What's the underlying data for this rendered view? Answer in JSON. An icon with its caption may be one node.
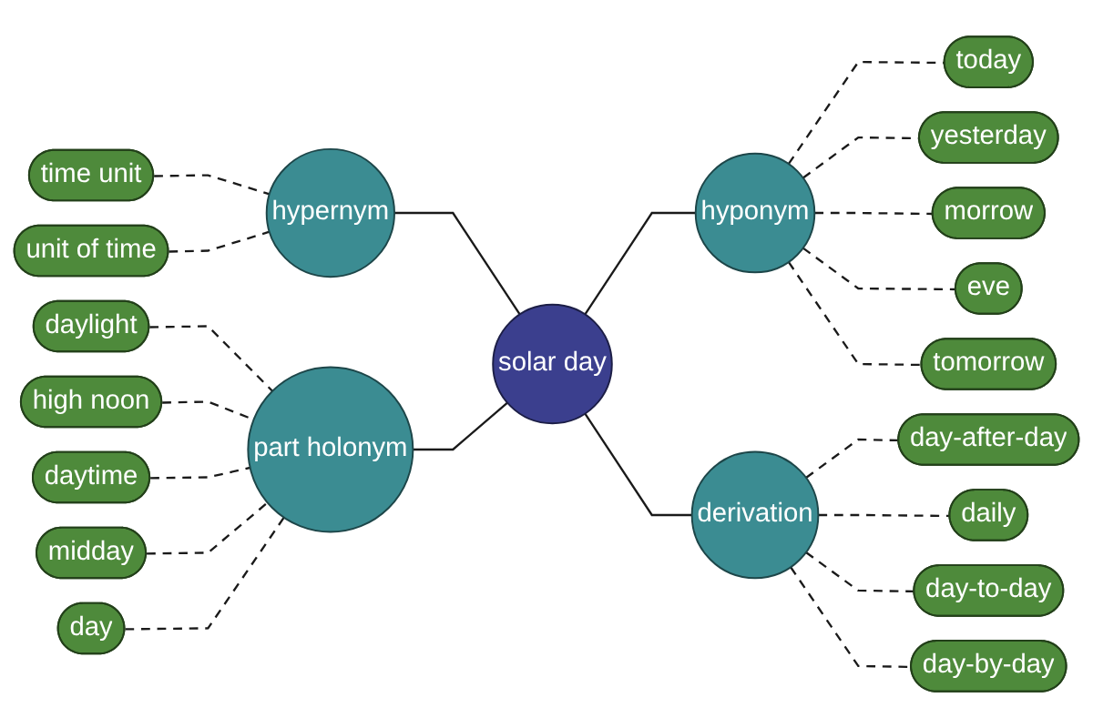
{
  "diagram": {
    "nodes": [
      {
        "text": [
          "solar day"
        ]
      },
      {
        "text": [
          "hypernym"
        ]
      },
      {
        "text": [
          "time unit"
        ]
      },
      {
        "text": [
          "unit of time"
        ]
      },
      {
        "text": [
          "part holonym"
        ]
      },
      {
        "text": [
          "daylight"
        ]
      },
      {
        "text": [
          "high noon"
        ]
      },
      {
        "text": [
          "daytime"
        ]
      },
      {
        "text": [
          "midday"
        ]
      },
      {
        "text": [
          "day"
        ]
      },
      {
        "text": [
          "hyponym"
        ]
      },
      {
        "text": [
          "today"
        ]
      },
      {
        "text": [
          "yesterday"
        ]
      },
      {
        "text": [
          "morrow"
        ]
      },
      {
        "text": [
          "eve"
        ]
      },
      {
        "text": [
          "tomorrow"
        ]
      },
      {
        "text": [
          "derivation"
        ]
      },
      {
        "text": [
          "day-after-day"
        ]
      },
      {
        "text": [
          "daily"
        ]
      },
      {
        "text": [
          "day-to-day"
        ]
      },
      {
        "text": [
          "day-by-day"
        ]
      }
    ],
    "edges": [
      {
        "from": 1,
        "to": 0,
        "arrow": "none"
      },
      {
        "from": 2,
        "to": 1,
        "arrow": "none",
        "style": "dashed"
      },
      {
        "from": 3,
        "to": 1,
        "arrow": "none",
        "style": "dashed"
      },
      {
        "from": 4,
        "to": 0,
        "arrow": "none"
      },
      {
        "from": 5,
        "to": 4,
        "arrow": "none",
        "style": "dashed"
      },
      {
        "from": 6,
        "to": 4,
        "arrow": "none",
        "style": "dashed"
      },
      {
        "from": 7,
        "to": 4,
        "arrow": "none",
        "style": "dashed"
      },
      {
        "from": 8,
        "to": 4,
        "arrow": "none",
        "style": "dashed"
      },
      {
        "from": 9,
        "to": 4,
        "arrow": "none",
        "style": "dashed"
      },
      {
        "from": 0,
        "to": 10,
        "arrow": "none"
      },
      {
        "from": 10,
        "to": 11,
        "arrow": "none",
        "style": "dashed"
      },
      {
        "from": 10,
        "to": 12,
        "arrow": "none",
        "style": "dashed"
      },
      {
        "from": 10,
        "to": 13,
        "arrow": "none",
        "style": "dashed"
      },
      {
        "from": 10,
        "to": 14,
        "arrow": "none",
        "style": "dashed"
      },
      {
        "from": 10,
        "to": 15,
        "arrow": "none",
        "style": "dashed"
      },
      {
        "from": 0,
        "to": 16,
        "arrow": "none"
      },
      {
        "from": 16,
        "to": 17,
        "arrow": "none",
        "style": "dashed"
      },
      {
        "from": 16,
        "to": 18,
        "arrow": "none",
        "style": "dashed"
      },
      {
        "from": 16,
        "to": 19,
        "arrow": "none",
        "style": "dashed"
      },
      {
        "from": 16,
        "to": 20,
        "arrow": "none",
        "style": "dashed"
      }
    ]
  }
}
